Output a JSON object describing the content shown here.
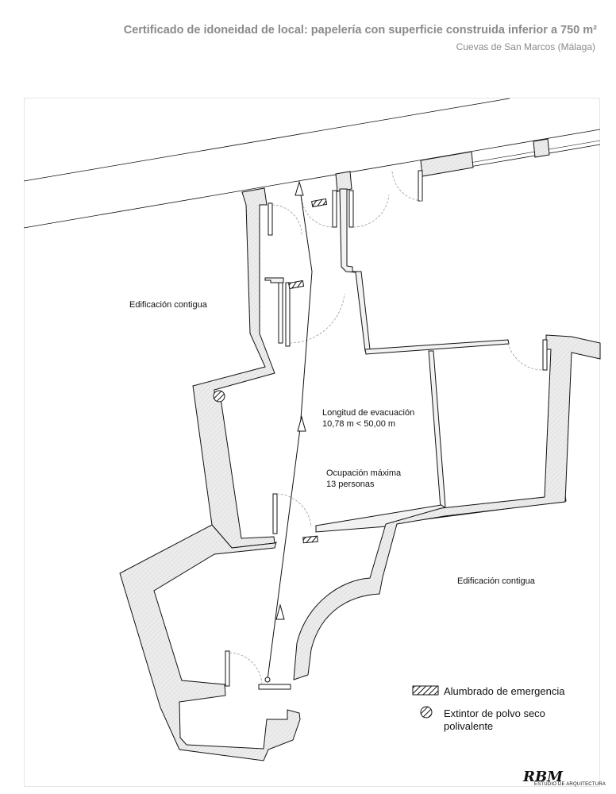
{
  "header": {
    "title": "Certificado de idoneidad de local: papelería con superficie construida inferior a 750 m²",
    "subtitle": "Cuevas de San Marcos (Málaga)"
  },
  "plan": {
    "neighbor_left": "Edificación contigua",
    "neighbor_right": "Edificación contigua",
    "evacuation_title": "Longitud de evacuación",
    "evacuation_value": "10,78 m < 50,00 m",
    "occupancy_title": "Ocupación máxima",
    "occupancy_value": "13 personas"
  },
  "legend": {
    "emergency_lighting": "Alumbrado de emergencia",
    "extinguisher_line1": "Extintor de polvo seco",
    "extinguisher_line2": "polivalente"
  },
  "logo": {
    "mark": "RBM",
    "tagline": "ESTUDIO DE ARQUITECTURA"
  },
  "colors": {
    "wall_fill": "#e9e9e9",
    "line": "#111111",
    "header_text": "#8a8a8a"
  }
}
